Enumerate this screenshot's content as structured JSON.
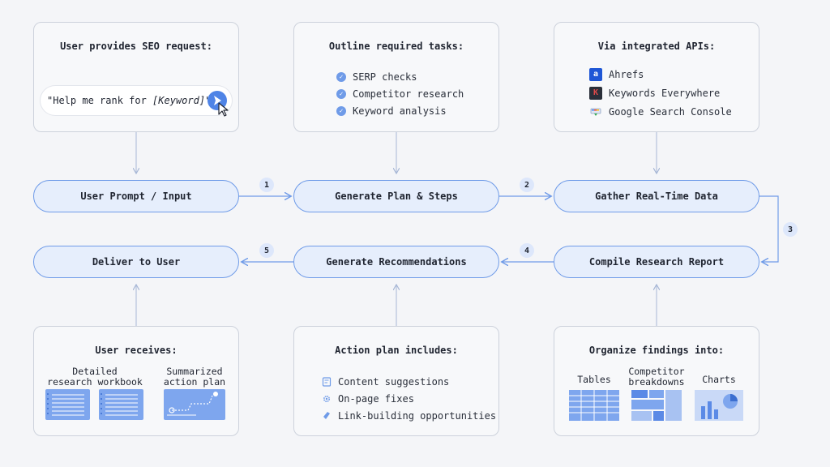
{
  "top_cards": {
    "request": {
      "title": "User provides SEO request:",
      "prompt_prefix": "\"Help me rank for ",
      "prompt_keyword": "[Keyword]",
      "prompt_suffix": "\""
    },
    "tasks": {
      "title": "Outline required tasks:",
      "items": [
        "SERP checks",
        "Competitor research",
        "Keyword analysis"
      ]
    },
    "apis": {
      "title": "Via integrated APIs:",
      "items": [
        "Ahrefs",
        "Keywords Everywhere",
        "Google Search Console"
      ]
    }
  },
  "flow": {
    "user_prompt": "User Prompt / Input",
    "generate_plan": "Generate Plan & Steps",
    "gather_data": "Gather Real-Time Data",
    "compile_report": "Compile Research Report",
    "generate_recs": "Generate Recommendations",
    "deliver": "Deliver to User",
    "steps": [
      "1",
      "2",
      "3",
      "4",
      "5"
    ]
  },
  "bottom_cards": {
    "receives": {
      "title": "User receives:",
      "workbook_label_1": "Detailed",
      "workbook_label_2": "research workbook",
      "plan_label_1": "Summarized",
      "plan_label_2": "action plan"
    },
    "action_plan": {
      "title": "Action plan includes:",
      "items": [
        "Content suggestions",
        "On-page fixes",
        "Link-building opportunities"
      ]
    },
    "organize": {
      "title": "Organize findings into:",
      "tables": "Tables",
      "breakdowns_1": "Competitor",
      "breakdowns_2": "breakdowns",
      "charts": "Charts"
    }
  },
  "colors": {
    "accent": "#6f9be8",
    "pill_fill": "#e6eefc",
    "illustration": "#7ea6ee"
  },
  "icons": {
    "check": "check-circle-icon",
    "ahrefs": "ahrefs-logo",
    "keywords_everywhere": "keywords-everywhere-logo",
    "gsc": "google-search-console-icon"
  }
}
